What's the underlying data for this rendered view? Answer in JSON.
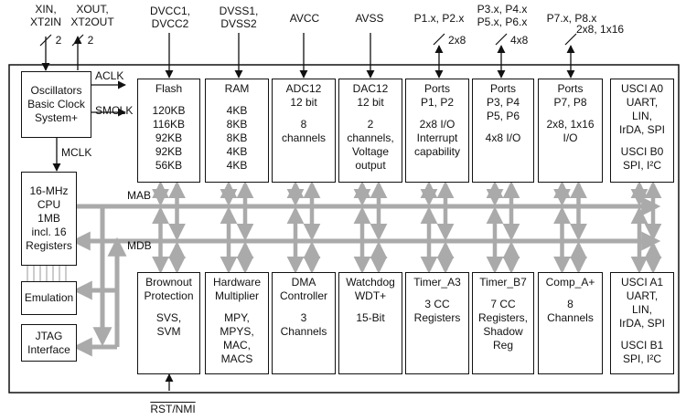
{
  "pins": {
    "xin": [
      "XIN,",
      "XT2IN"
    ],
    "xout": [
      "XOUT,",
      "XT2OUT"
    ],
    "xin_width": "2",
    "xout_width": "2",
    "dvcc": [
      "DVCC1,",
      "DVCC2"
    ],
    "dvss": [
      "DVSS1,",
      "DVSS2"
    ],
    "avcc": "AVCC",
    "avss": "AVSS",
    "p1p2": [
      "P1.x, P2.x"
    ],
    "p1p2_width": "2x8",
    "p3to6": [
      "P3.x, P4.x",
      "P5.x, P6.x"
    ],
    "p3to6_width": "4x8",
    "p7p8": [
      "P7.x, P8.x"
    ],
    "p7p8_width": "2x8, 1x16",
    "rst": "RST/NMI"
  },
  "signals": {
    "aclk": "ACLK",
    "smclk": "SMCLK",
    "mclk": "MCLK",
    "mab": "MAB",
    "mdb": "MDB"
  },
  "blocks": {
    "oscillators": [
      "Oscillators",
      "Basic Clock",
      "System+"
    ],
    "cpu": [
      "16-MHz",
      "CPU",
      "1MB",
      "incl. 16",
      "Registers"
    ],
    "emulation": [
      "Emulation"
    ],
    "jtag": [
      "JTAG",
      "Interface"
    ],
    "flash": {
      "title": [
        "Flash"
      ],
      "body": [
        "120KB",
        "116KB",
        "92KB",
        "92KB",
        "56KB"
      ]
    },
    "ram": {
      "title": [
        "RAM"
      ],
      "body": [
        "4KB",
        "8KB",
        "8KB",
        "4KB",
        "4KB"
      ]
    },
    "adc": {
      "title": [
        "ADC12",
        "12 bit"
      ],
      "body": [
        "8",
        "channels"
      ]
    },
    "dac": {
      "title": [
        "DAC12",
        "12 bit"
      ],
      "body": [
        "2",
        "channels,",
        "Voltage",
        "output"
      ]
    },
    "ports12": {
      "title": [
        "Ports",
        "P1, P2"
      ],
      "body": [
        "2x8 I/O",
        "Interrupt",
        "capability"
      ]
    },
    "ports36": {
      "title": [
        "Ports",
        "P3, P4",
        "P5, P6"
      ],
      "body": [
        "4x8 I/O"
      ]
    },
    "ports78": {
      "title": [
        "Ports",
        "P7, P8"
      ],
      "body": [
        "2x8, 1x16",
        "I/O"
      ]
    },
    "uscia0": {
      "title": [
        "USCI A0",
        "UART,",
        "LIN,",
        "IrDA, SPI"
      ],
      "body": [
        "USCI B0",
        "SPI, I²C"
      ]
    },
    "brownout": {
      "title": [
        "Brownout",
        "Protection"
      ],
      "body": [
        "SVS,",
        "SVM"
      ]
    },
    "hwmult": {
      "title": [
        "Hardware",
        "Multiplier"
      ],
      "body": [
        "MPY,",
        "MPYS,",
        "MAC,",
        "MACS"
      ]
    },
    "dma": {
      "title": [
        "DMA",
        "Controller"
      ],
      "body": [
        "3",
        "Channels"
      ]
    },
    "watchdog": {
      "title": [
        "Watchdog",
        "WDT+"
      ],
      "body": [
        "15-Bit"
      ]
    },
    "timera3": {
      "title": [
        "Timer_A3"
      ],
      "body": [
        "3 CC",
        "Registers"
      ]
    },
    "timerb7": {
      "title": [
        "Timer_B7"
      ],
      "body": [
        "7 CC",
        "Registers,",
        "Shadow",
        "Reg"
      ]
    },
    "compa": {
      "title": [
        "Comp_A+"
      ],
      "body": [
        "8",
        "Channels"
      ]
    },
    "uscia1": {
      "title": [
        "USCI A1",
        "UART,",
        "LIN,",
        "IrDA, SPI"
      ],
      "body": [
        "USCI B1",
        "SPI, I²C"
      ]
    }
  },
  "colors": {
    "bus": "#aaaaaa",
    "line": "#111111"
  }
}
